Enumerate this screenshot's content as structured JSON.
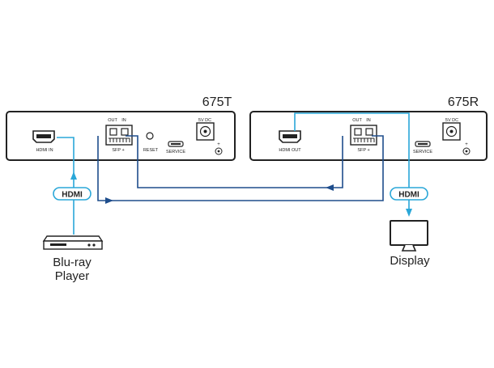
{
  "transmitter": {
    "model": "675T",
    "hdmi_port_label": "HDMI IN",
    "sfp_out_label": "OUT",
    "sfp_in_label": "IN",
    "sfp_label": "SFP +",
    "reset_label": "RESET",
    "service_label": "SERVICE",
    "power_label": "5V DC"
  },
  "receiver": {
    "model": "675R",
    "hdmi_port_label": "HDMI OUT",
    "sfp_out_label": "OUT",
    "sfp_in_label": "IN",
    "sfp_label": "SFP +",
    "service_label": "SERVICE",
    "power_label": "5V DC"
  },
  "source": {
    "cable_label": "HDMI",
    "device_label_line1": "Blu-ray",
    "device_label_line2": "Player",
    "device_icon": "bluray-player-icon"
  },
  "sink": {
    "cable_label": "HDMI",
    "device_label": "Display",
    "device_icon": "monitor-icon"
  },
  "colors": {
    "device_outline": "#222222",
    "hdmi_cable": "#2aa7d8",
    "fiber_cable": "#1e4d8c",
    "label_text": "#222222"
  }
}
